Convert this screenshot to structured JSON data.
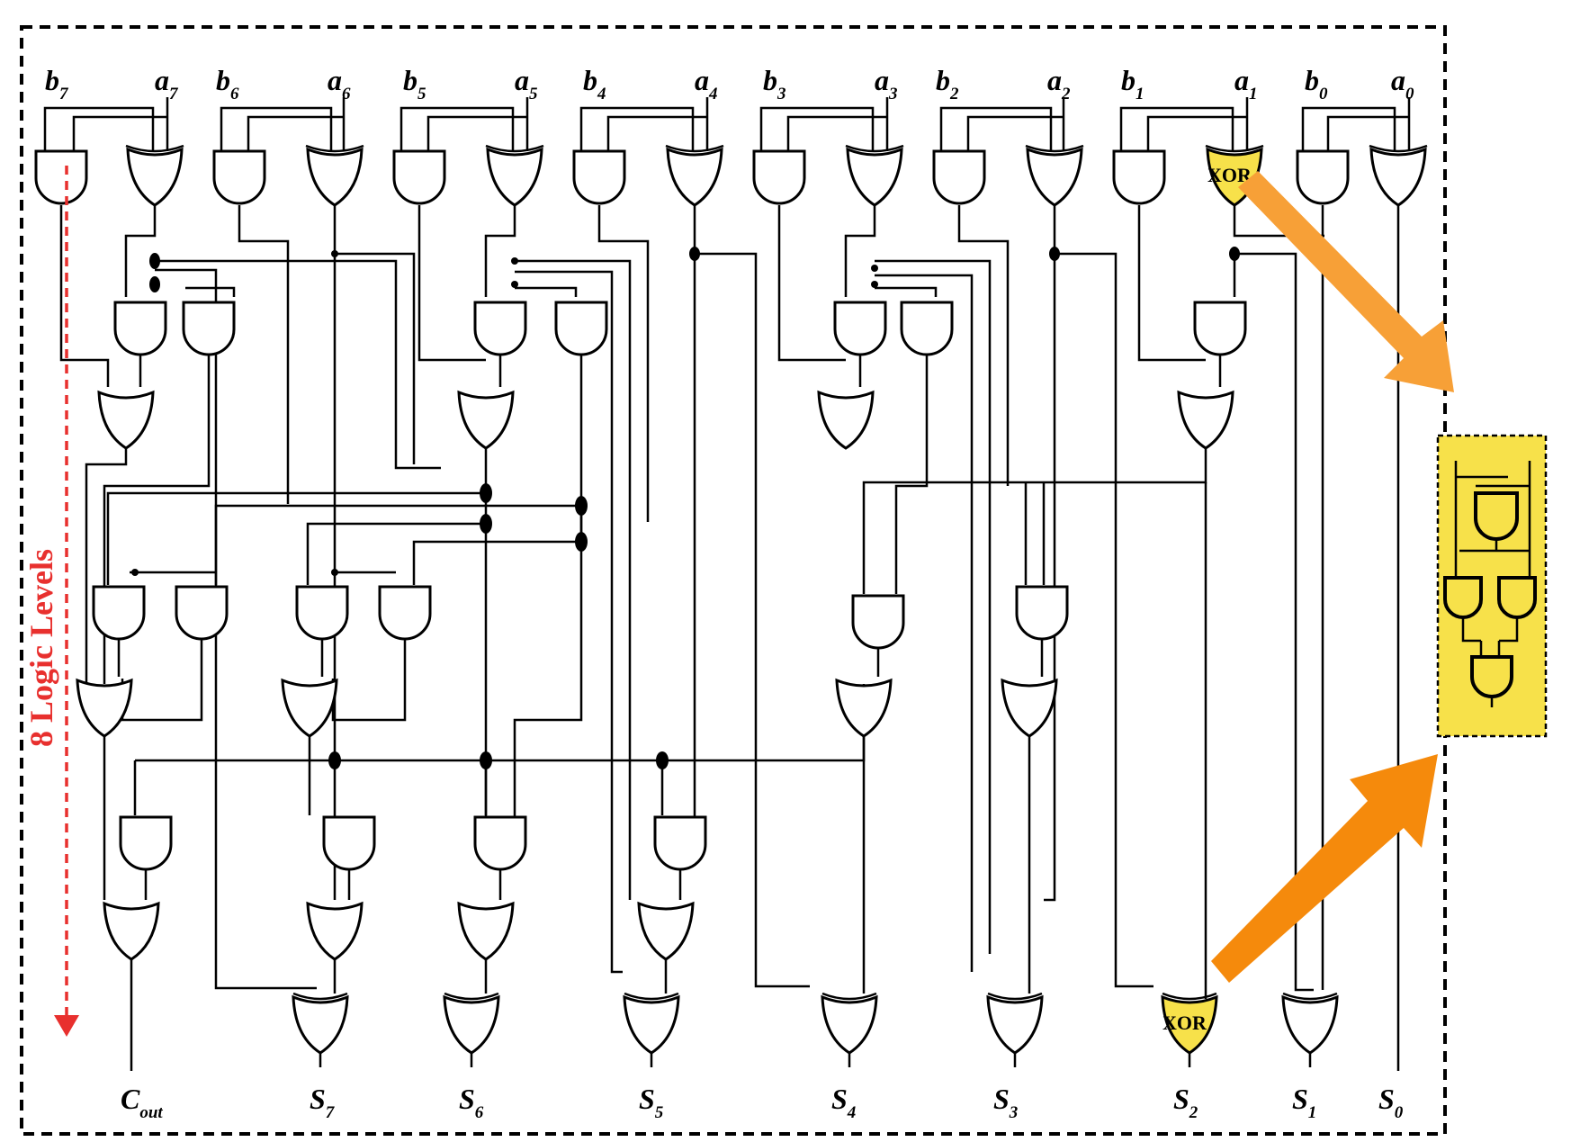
{
  "inputs": [
    {
      "base": "b",
      "sub": "7"
    },
    {
      "base": "a",
      "sub": "7"
    },
    {
      "base": "b",
      "sub": "6"
    },
    {
      "base": "a",
      "sub": "6"
    },
    {
      "base": "b",
      "sub": "5"
    },
    {
      "base": "a",
      "sub": "5"
    },
    {
      "base": "b",
      "sub": "4"
    },
    {
      "base": "a",
      "sub": "4"
    },
    {
      "base": "b",
      "sub": "3"
    },
    {
      "base": "a",
      "sub": "3"
    },
    {
      "base": "b",
      "sub": "2"
    },
    {
      "base": "a",
      "sub": "2"
    },
    {
      "base": "b",
      "sub": "1"
    },
    {
      "base": "a",
      "sub": "1"
    },
    {
      "base": "b",
      "sub": "0"
    },
    {
      "base": "a",
      "sub": "0"
    }
  ],
  "outputs": [
    {
      "base": "C",
      "sub": "out"
    },
    {
      "base": "S",
      "sub": "7"
    },
    {
      "base": "S",
      "sub": "6"
    },
    {
      "base": "S",
      "sub": "5"
    },
    {
      "base": "S",
      "sub": "4"
    },
    {
      "base": "S",
      "sub": "3"
    },
    {
      "base": "S",
      "sub": "2"
    },
    {
      "base": "S",
      "sub": "1"
    },
    {
      "base": "S",
      "sub": "0"
    }
  ],
  "xor_label_top": "XOR",
  "xor_label_bottom": "XOR",
  "levels_label": "8 Logic Levels",
  "colors": {
    "highlight": "#f7e14a",
    "arrow": "#f7a037",
    "arrow_dark": "#f58a0c",
    "levels": "#e8302e",
    "line": "#000000"
  }
}
